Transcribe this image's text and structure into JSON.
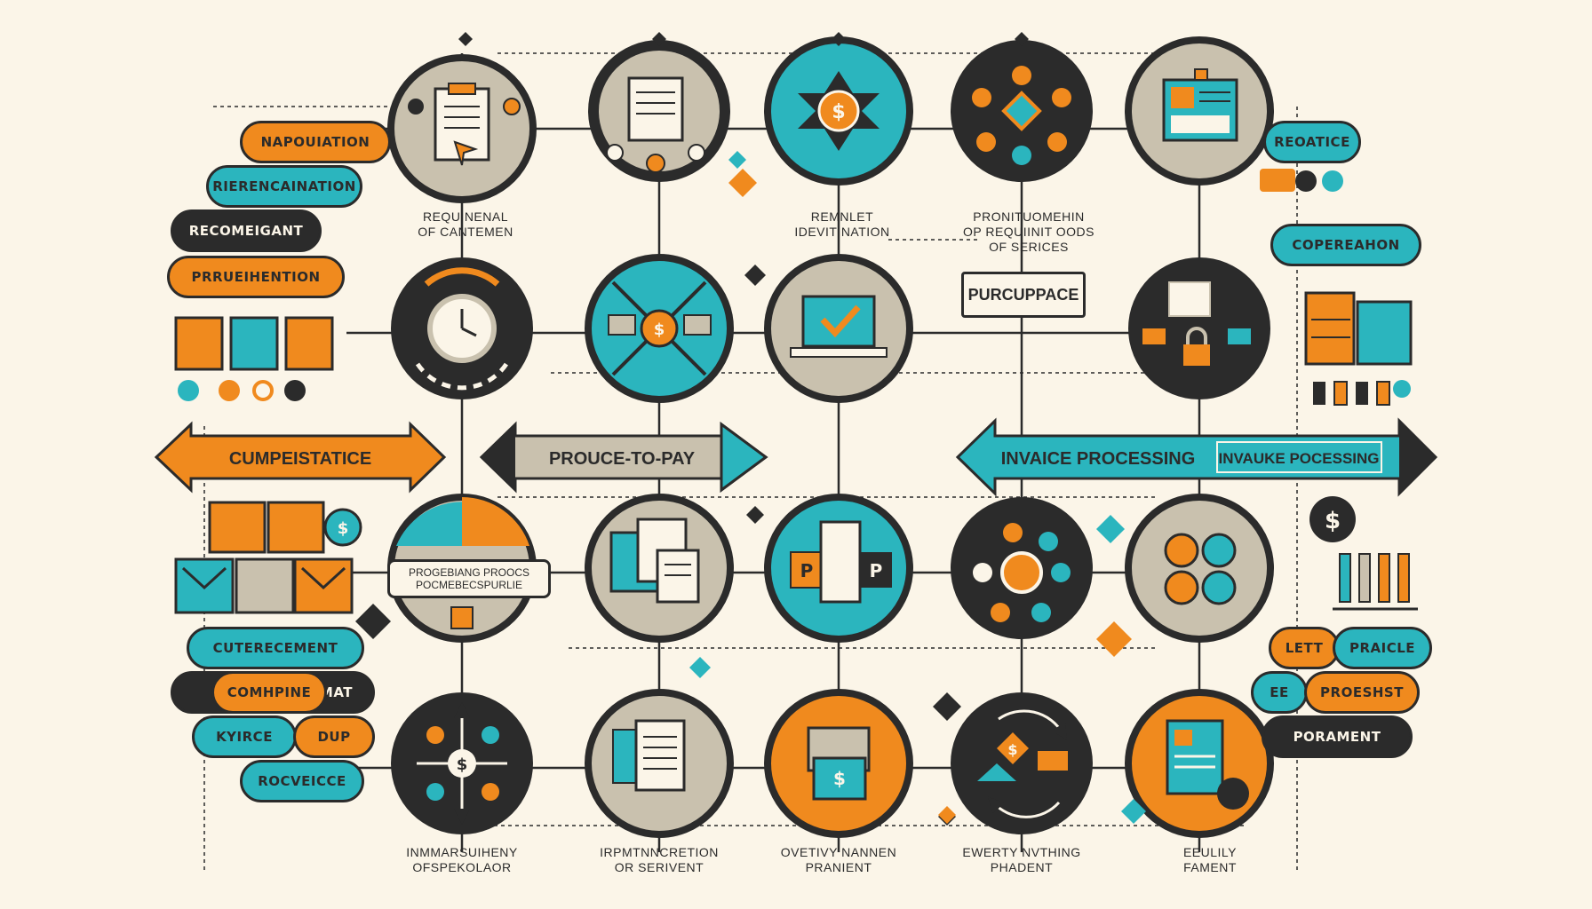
{
  "colors": {
    "orange": "#f08a1e",
    "teal": "#2bb5be",
    "dark": "#2b2b2b",
    "gray": "#c9c1ae",
    "cream": "#fbf5e8"
  },
  "left_pills": {
    "p1": "NAPOUIATION",
    "p2": "RIERENCAINATION",
    "p3": "RECOMEIGANT",
    "p4": "PRRUEIHENTION",
    "p5": "CUTERECEMENT",
    "p6": "COMHPINE",
    "p6_suffix": "MAT",
    "p7a": "KYIRCE",
    "p7b": "DUP",
    "p8": "ROCVEICCE"
  },
  "right_pills": {
    "r1": "REOATICE",
    "r2": "COPEREAHON",
    "r3a": "LETT",
    "r3b": "PRAICLE",
    "r4a": "EE",
    "r4b": "PROESHST",
    "r5": "PORAMENT"
  },
  "banners": {
    "left": "CUMPEISTATICE",
    "center": "PROUCE-TO-PAY",
    "right_a": "INVAICE PROCESSING",
    "right_b": "INVAUKE POCESSING"
  },
  "captions": {
    "c1": [
      "REQUINENAL",
      "OF CANTEMEN"
    ],
    "c2": [
      "REMNLET",
      "IDEVITINATION"
    ],
    "c3": [
      "PRONITUOMEHIN",
      "OP REQUIINIT OODS",
      "OF SERICES"
    ],
    "purbox": "PURCUPPACE",
    "progbox": [
      "PROGEBIANG PROOCS",
      "POCMEBECSPURLIE"
    ],
    "b1": [
      "INMMARSUIHENY",
      "OFSPEKOLAOR"
    ],
    "b2": [
      "IRPMTNNCRETION",
      "OR SERIVENT"
    ],
    "b3": [
      "OVETIVY NANNEN",
      "PRANIENT"
    ],
    "b4": [
      "EWERTY NVTHING",
      "PHADENT"
    ],
    "b5": [
      "EEULILY",
      "FAMENT"
    ]
  },
  "icons": {
    "clipboard": "clipboard-icon",
    "documents": "documents-icon",
    "dollar_star": "dollar-star-icon",
    "network": "network-icon",
    "dashboard": "dashboard-icon",
    "clock": "clock-icon",
    "compass": "compass-icon",
    "laptop_check": "laptop-check-icon",
    "locks": "lock-icon",
    "papers": "papers-icon",
    "document_p": "document-p-icon",
    "coins": "coins-icon",
    "arrows_dollar": "arrows-dollar-icon",
    "notebook": "notebook-icon",
    "money": "money-icon",
    "exchange": "exchange-icon",
    "report": "report-icon"
  }
}
